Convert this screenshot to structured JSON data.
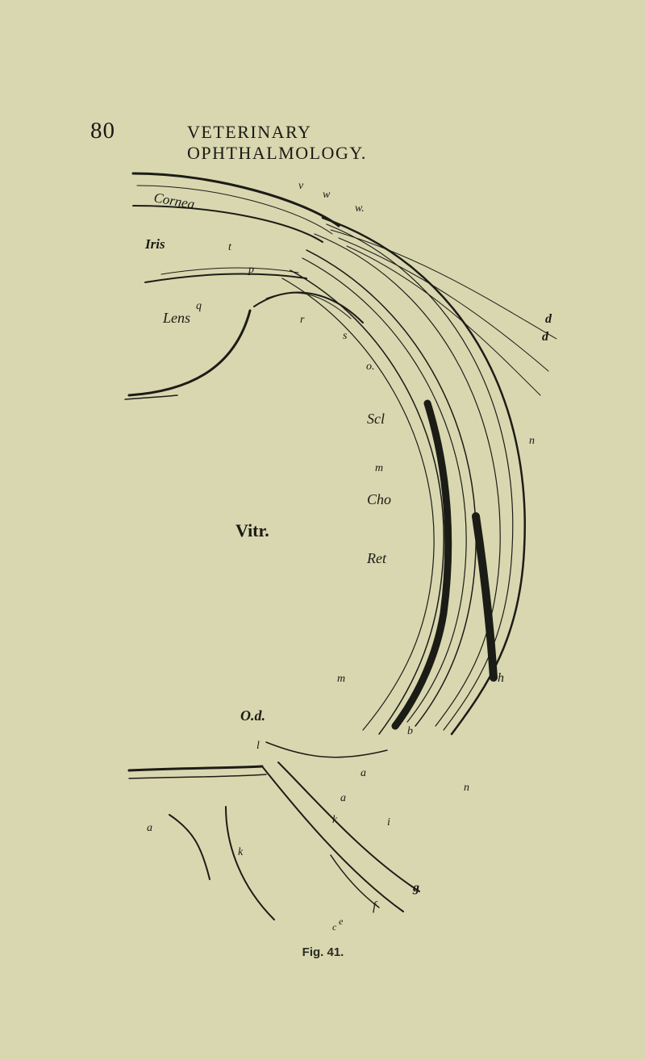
{
  "header": {
    "page_number": "80",
    "title": "VETERINARY OPHTHALMOLOGY."
  },
  "figure": {
    "caption": "Fig. 41.",
    "labels": {
      "cornea": "Cornea",
      "iris": "Iris",
      "lens": "Lens",
      "vitr": "Vitr.",
      "scl": "Scl",
      "cho": "Cho",
      "ret": "Ret",
      "od": "O.d.",
      "v": "v",
      "w": "w",
      "w2": "w.",
      "t": "t",
      "p": "p",
      "q": "q",
      "r": "r",
      "s": "s",
      "o": "o.",
      "d": "d",
      "d2": "d",
      "m": "m",
      "m2": "m",
      "n": "n",
      "n2": "n",
      "h": "h",
      "l": "l",
      "a": "a",
      "a2": "a",
      "a3": "a",
      "b": "b",
      "k": "k",
      "k2": "k",
      "i": "i",
      "g": "g",
      "f": "f",
      "c": "c",
      "e": "e"
    }
  }
}
